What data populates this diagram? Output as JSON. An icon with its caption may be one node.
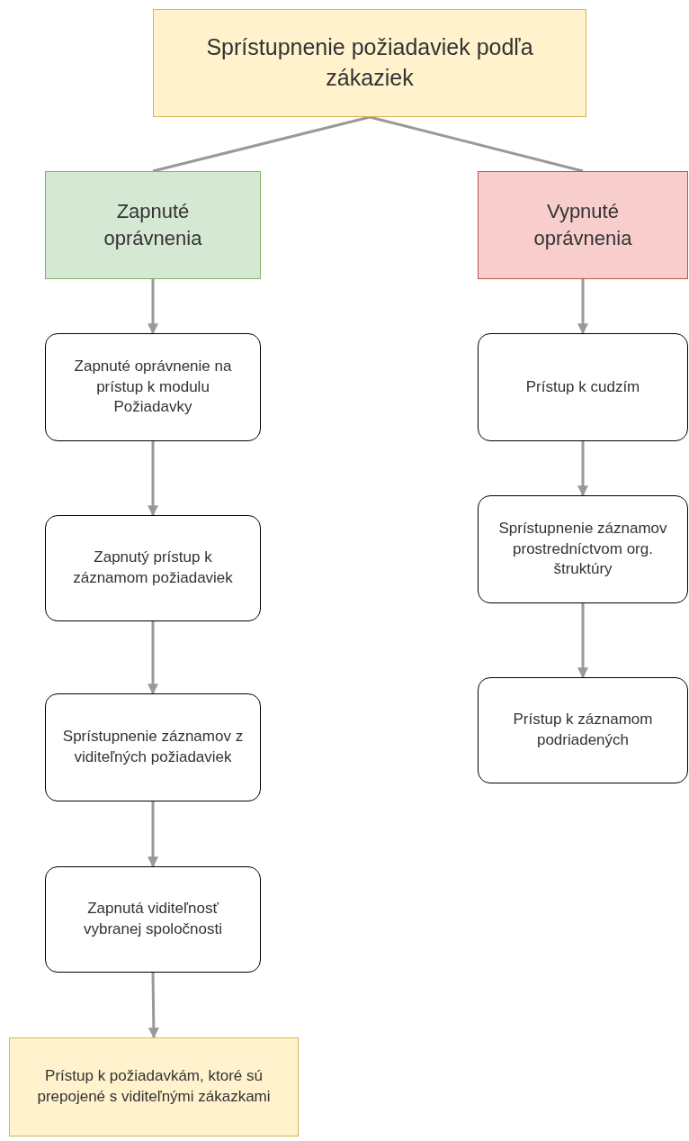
{
  "diagram": {
    "nodes": [
      {
        "text": [
          "Sprístupnenie požiadaviek podľa zákaziek"
        ]
      },
      {
        "text": [
          "Zapnuté oprávnenia"
        ]
      },
      {
        "text": [
          "Vypnuté oprávnenia"
        ]
      },
      {
        "text": [
          "Zapnuté oprávnenie na prístup k modulu Požiadavky"
        ]
      },
      {
        "text": [
          "Zapnutý prístup k záznamom požiadaviek"
        ]
      },
      {
        "text": [
          "Sprístupnenie záznamov z viditeľných požiadaviek"
        ]
      },
      {
        "text": [
          "Zapnutá viditeľnosť vybranej spoločnosti"
        ]
      },
      {
        "text": [
          "Prístup k požiadavkám, ktoré sú prepojené s viditeľnými zákazkami"
        ]
      },
      {
        "text": [
          "Prístup k cudzím"
        ]
      },
      {
        "text": [
          "Sprístupnenie záznamov prostredníctvom org. štruktúry"
        ]
      },
      {
        "text": [
          "Prístup k záznamom podriadených"
        ]
      }
    ],
    "edges": [
      {
        "from": 0,
        "to": 1,
        "arrow": "none"
      },
      {
        "from": 0,
        "to": 2,
        "arrow": "none"
      },
      {
        "from": 1,
        "to": 3,
        "arrow": "to"
      },
      {
        "from": 3,
        "to": 4,
        "arrow": "to"
      },
      {
        "from": 4,
        "to": 5,
        "arrow": "to"
      },
      {
        "from": 5,
        "to": 6,
        "arrow": "to"
      },
      {
        "from": 6,
        "to": 7,
        "arrow": "to"
      },
      {
        "from": 2,
        "to": 8,
        "arrow": "to"
      },
      {
        "from": 8,
        "to": 9,
        "arrow": "to"
      },
      {
        "from": 9,
        "to": 10,
        "arrow": "to"
      }
    ]
  }
}
